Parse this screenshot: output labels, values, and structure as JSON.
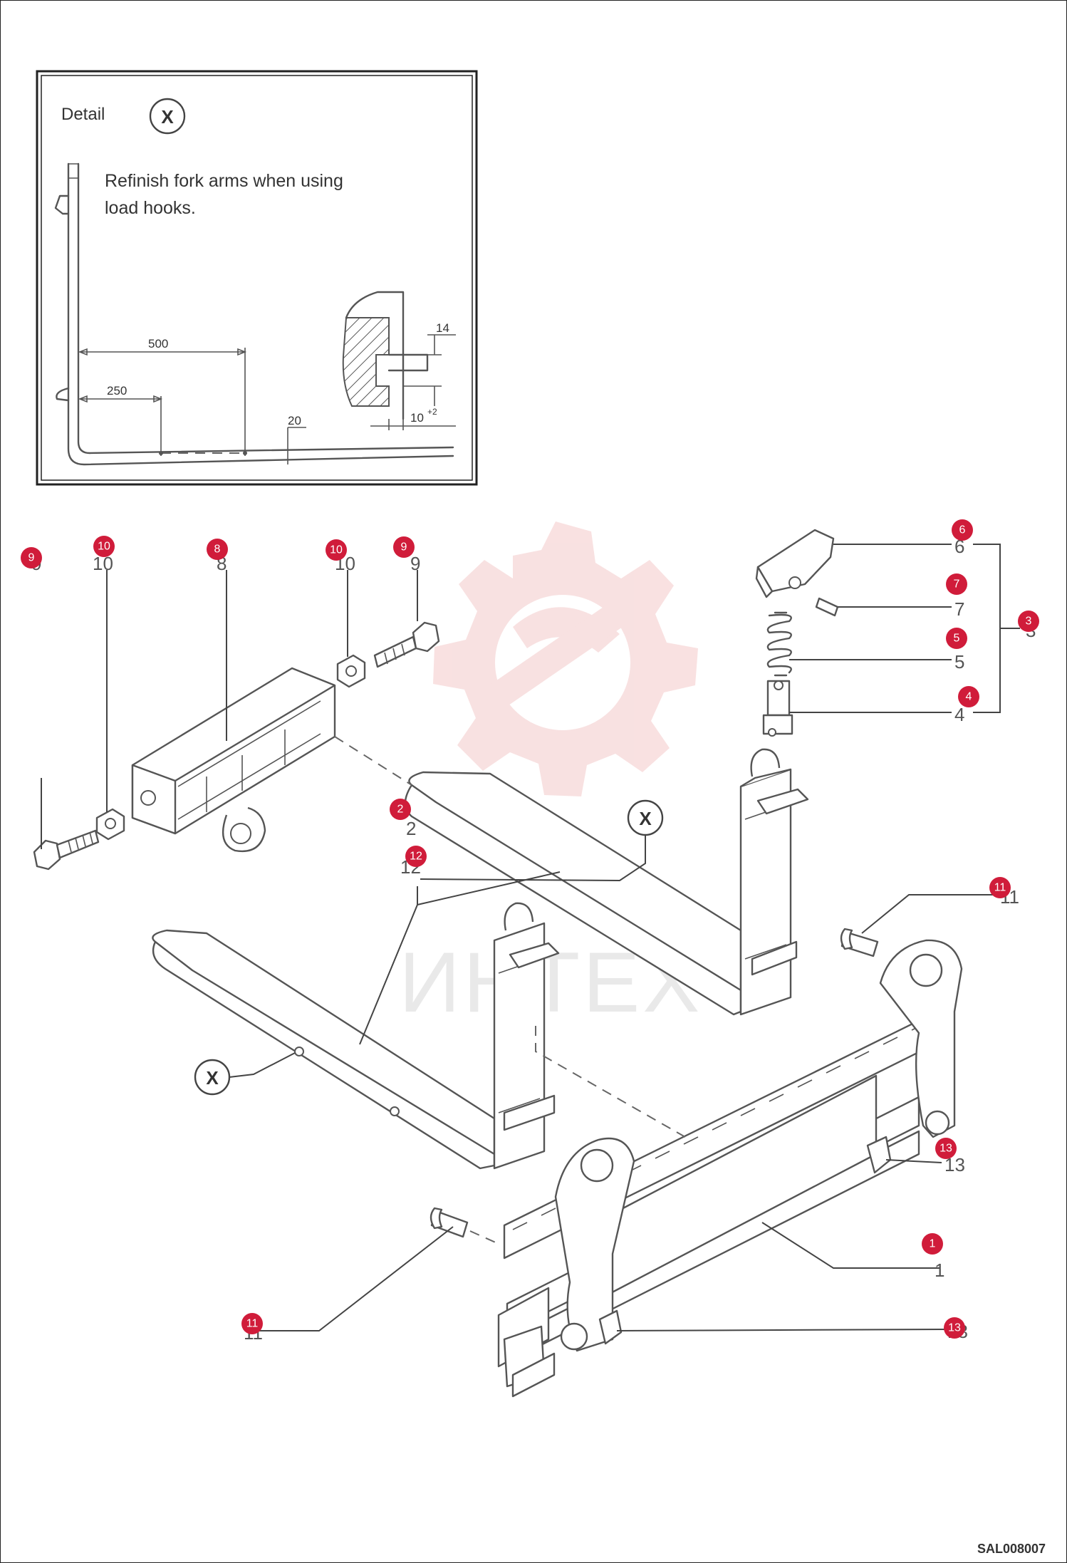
{
  "detail": {
    "title": "Detail",
    "marker": "X",
    "note_line1": "Refinish fork arms when using",
    "note_line2": "load hooks.",
    "dims": {
      "d500": "500",
      "d250": "250",
      "d20": "20",
      "d14": "14",
      "d10": "10",
      "d10_sup": "+2"
    }
  },
  "watermark": "ИНТЕХ",
  "drawing_code": "SAL008007",
  "x_markers": [
    "X",
    "X"
  ],
  "numbers": {
    "n1": "1",
    "n2": "2",
    "n3": "3",
    "n4": "4",
    "n5": "5",
    "n6": "6",
    "n7": "7",
    "n8": "8",
    "n9a": "9",
    "n9b": "9",
    "n10a": "10",
    "n10b": "10",
    "n11a": "11",
    "n11b": "11",
    "n12": "12",
    "n13a": "13",
    "n13b": "13"
  },
  "badges": {
    "b1": "1",
    "b2": "2",
    "b3": "3",
    "b4": "4",
    "b5": "5",
    "b6": "6",
    "b7": "7",
    "b8": "8",
    "b9a": "9",
    "b9b": "9",
    "b10a": "10",
    "b10b": "10",
    "b11a": "11",
    "b11b": "11",
    "b12": "12",
    "b13a": "13",
    "b13b": "13"
  },
  "colors": {
    "badge": "#d01c3a",
    "watermark": "#f4c9c9"
  }
}
